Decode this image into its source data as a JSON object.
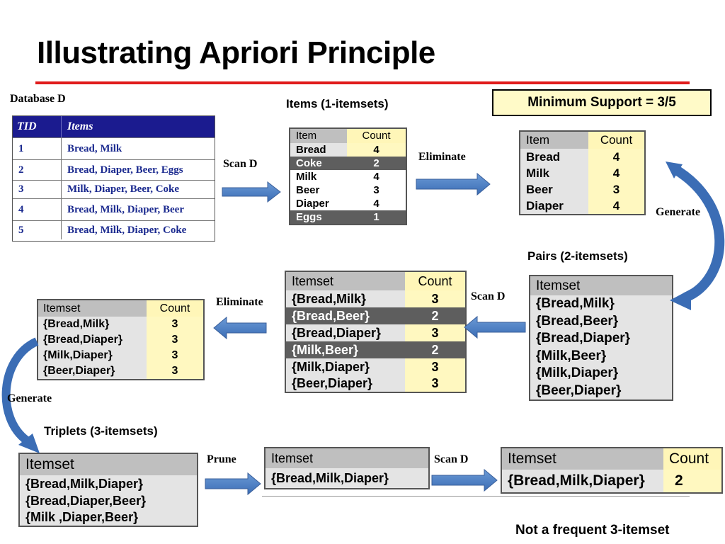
{
  "title": "Illustrating Apriori Principle",
  "labels": {
    "database": "Database D",
    "items_1": "Items (1-itemsets)",
    "pairs_2": "Pairs (2-itemsets)",
    "triplets_3": "Triplets (3-itemsets)",
    "scan_d": "Scan D",
    "eliminate": "Eliminate",
    "generate": "Generate",
    "prune": "Prune",
    "min_support": "Minimum Support = 3/5",
    "not_frequent": "Not a  frequent 3-itemset"
  },
  "colors": {
    "title_rule": "#e01b1b",
    "db_header": "#1b1b8f",
    "db_text": "#1b2a8f",
    "arrow": "#4a7fc0",
    "highlight": "#fff8c0",
    "eliminated": "#5e5e5e"
  },
  "database": {
    "headers": [
      "TID",
      "Items"
    ],
    "rows": [
      [
        "1",
        "Bread, Milk"
      ],
      [
        "2",
        "Bread, Diaper, Beer, Eggs"
      ],
      [
        "3",
        "Milk, Diaper, Beer, Coke"
      ],
      [
        "4",
        "Bread, Milk, Diaper, Beer"
      ],
      [
        "5",
        "Bread, Milk, Diaper, Coke"
      ]
    ]
  },
  "items1": {
    "headers": [
      "Item",
      "Count"
    ],
    "rows": [
      {
        "item": "Bread",
        "count": "4",
        "eliminated": false
      },
      {
        "item": "Coke",
        "count": "2",
        "eliminated": true
      },
      {
        "item": "Milk",
        "count": "4",
        "eliminated": false
      },
      {
        "item": "Beer",
        "count": "3",
        "eliminated": false
      },
      {
        "item": "Diaper",
        "count": "4",
        "eliminated": false
      },
      {
        "item": "Eggs",
        "count": "1",
        "eliminated": true
      }
    ]
  },
  "items1_frequent": {
    "headers": [
      "Item",
      "Count"
    ],
    "rows": [
      {
        "item": "Bread",
        "count": "4"
      },
      {
        "item": "Milk",
        "count": "4"
      },
      {
        "item": "Beer",
        "count": "3"
      },
      {
        "item": "Diaper",
        "count": "4"
      }
    ]
  },
  "pairs_candidates": {
    "headers": [
      "Itemset"
    ],
    "rows": [
      "{Bread,Milk}",
      "{Bread,Beer}",
      "{Bread,Diaper}",
      "{Milk,Beer}",
      "{Milk,Diaper}",
      "{Beer,Diaper}"
    ]
  },
  "pairs_counts": {
    "headers": [
      "Itemset",
      "Count"
    ],
    "rows": [
      {
        "item": "{Bread,Milk}",
        "count": "3",
        "eliminated": false
      },
      {
        "item": "{Bread,Beer}",
        "count": "2",
        "eliminated": true
      },
      {
        "item": "{Bread,Diaper}",
        "count": "3",
        "eliminated": false
      },
      {
        "item": "{Milk,Beer}",
        "count": "2",
        "eliminated": true
      },
      {
        "item": "{Milk,Diaper}",
        "count": "3",
        "eliminated": false
      },
      {
        "item": "{Beer,Diaper}",
        "count": "3",
        "eliminated": false
      }
    ]
  },
  "pairs_frequent": {
    "headers": [
      "Itemset",
      "Count"
    ],
    "rows": [
      {
        "item": "{Bread,Milk}",
        "count": "3"
      },
      {
        "item": "{Bread,Diaper}",
        "count": "3"
      },
      {
        "item": "{Milk,Diaper}",
        "count": "3"
      },
      {
        "item": "{Beer,Diaper}",
        "count": "3"
      }
    ]
  },
  "triplets_candidates": {
    "headers": [
      "Itemset"
    ],
    "rows": [
      "{Bread,Milk,Diaper}",
      "{Bread,Diaper,Beer}",
      "{Milk ,Diaper,Beer}"
    ]
  },
  "triplets_pruned": {
    "headers": [
      "Itemset"
    ],
    "rows": [
      "{Bread,Milk,Diaper}"
    ]
  },
  "triplets_counts": {
    "headers": [
      "Itemset",
      "Count"
    ],
    "rows": [
      {
        "item": "{Bread,Milk,Diaper}",
        "count": "2"
      }
    ]
  }
}
